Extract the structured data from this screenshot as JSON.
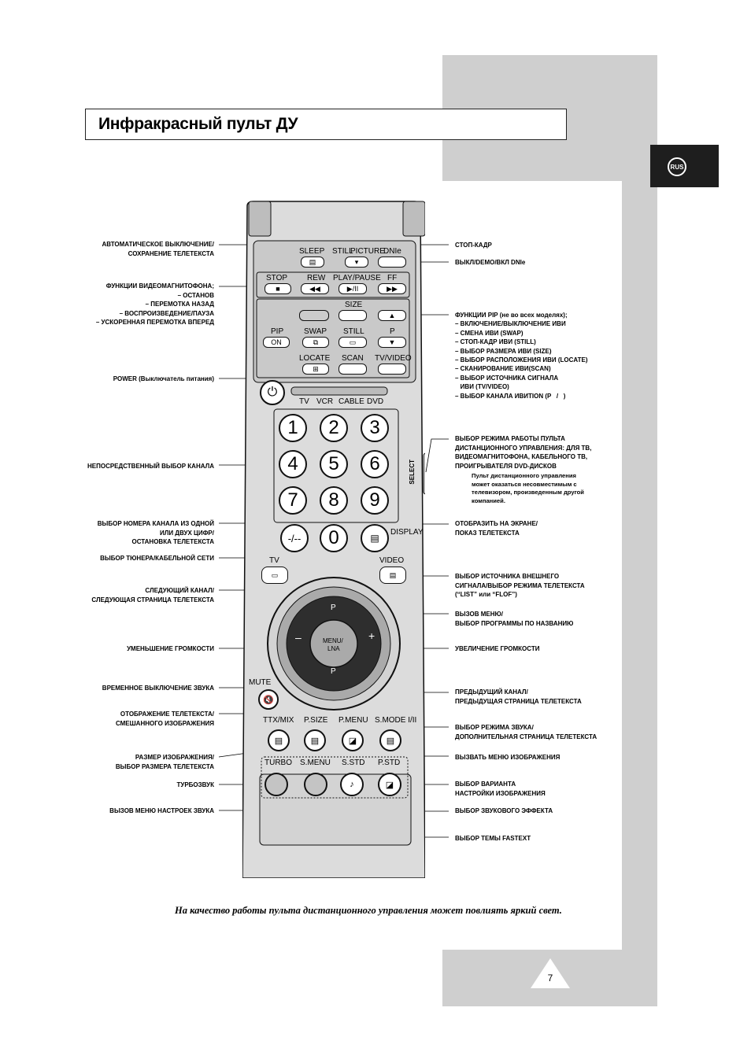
{
  "title": "Инфракрасный пульт ДУ",
  "lang_badge": "RUS",
  "page_number": "7",
  "footer_note": "На качество работы пульта дистанционного управления может повлиять яркий свет.",
  "remote": {
    "top_row": [
      "SLEEP",
      "STILL",
      "PICTURE",
      "DNIe"
    ],
    "vcr_row": [
      "STOP",
      "REW",
      "PLAY/PAUSE",
      "FF"
    ],
    "pip_labels": [
      "SIZE",
      "PIP",
      "SWAP",
      "STILL",
      "P",
      "LOCATE",
      "SCAN",
      "TV/VIDEO"
    ],
    "pip_on": "ON",
    "mode_row": [
      "TV",
      "VCR",
      "CABLE",
      "DVD"
    ],
    "numbers": [
      "1",
      "2",
      "3",
      "4",
      "5",
      "6",
      "7",
      "8",
      "9",
      "0"
    ],
    "dash_key": "-/--",
    "display": "DISPLAY",
    "tv": "TV",
    "video": "VIDEO",
    "select": "SELECT",
    "menu_line1": "MENU/",
    "menu_line2": "LNA",
    "mute": "MUTE",
    "ttx_row": [
      "TTX/MIX",
      "P.SIZE",
      "P.MENU",
      "S.MODE I/II"
    ],
    "bottom_row": [
      "TURBO",
      "S.MENU",
      "S.STD",
      "P.STD"
    ],
    "minus": "–",
    "plus": "+",
    "p_up": "P",
    "p_down": "P"
  },
  "left_labels": [
    "АВТОМАТИЧЕСКОЕ ВЫКЛЮЧЕНИЕ/\nСОХРАНЕНИЕ ТЕЛЕТЕКСТА",
    "ФУНКЦИИ ВИДЕОМАГНИТОФОНА;\n– ОСТАНОВ\n– ПЕРЕМОТКА НАЗАД\n– ВОСПРОИЗВЕДЕНИЕ/ПАУЗА\n– УСКОРЕННАЯ ПЕРЕМОТКА ВПЕРЕД",
    "POWER (Выключатель питания)",
    "НЕПОСРЕДСТВЕННЫЙ ВЫБОР КАНАЛА",
    "ВЫБОР НОМЕРА КАНАЛА ИЗ ОДНОЙ\nИЛИ ДВУХ ЦИФР/\nОСТАНОВКА ТЕЛЕТЕКСТА",
    "ВЫБОР ТЮНЕРА/КАБЕЛЬНОЙ СЕТИ",
    "СЛЕДУЮЩИЙ КАНАЛ/\nСЛЕДУЮЩАЯ СТРАНИЦА ТЕЛЕТЕКСТА",
    "УМЕНЬШЕНИЕ ГРОМКОСТИ",
    "ВРЕМЕННОЕ ВЫКЛЮЧЕНИЕ ЗВУКА",
    "ОТОБРАЖЕНИЕ ТЕЛЕТЕКСТА/\nСМЕШАННОГО ИЗОБРАЖЕНИЯ",
    "РАЗМЕР ИЗОБРАЖЕНИЯ/\nВЫБОР РАЗМЕРА ТЕЛЕТЕКСТА",
    "ТУРБОЗВУК",
    "ВЫЗОВ МЕНЮ НАСТРОЕК ЗВУКА"
  ],
  "right_labels": [
    "СТОП-КАДР",
    "ВЫКЛ/DEMO/ВКЛ DNIe",
    "ФУНКЦИИ PIP (не во всех моделях);\n– ВКЛЮЧЕНИЕ/ВЫКЛЮЧЕНИЕ ИВИ\n– СМЕНА ИВИ (SWAP)\n– СТОП-КАДР ИВИ (STILL)\n– ВЫБОР РАЗМЕРА ИВИ (SIZE)\n– ВЫБОР РАСПОЛОЖЕНИЯ ИВИ (LOCATE)\n– СКАНИРОВАНИЕ ИВИ(SCAN)\n– ВЫБОР ИСТОЧНИКА СИГНАЛА\n   ИВИ (TV/VIDEO)\n– ВЫБОР КАНАЛА ИВИТION (P   /   )",
    "ВЫБОР РЕЖИМА РАБОТЫ ПУЛЬТА\nДИСТАНЦИОННОГО УПРАВЛЕНИЯ: ДЛЯ ТВ,\nВИДЕОМАГНИТОФОНА, КАБЕЛЬНОГО ТВ,\nПРОИГРЫВАТЕЛЯ DVD-ДИСКОВ",
    "Пульт дистанционного управления\nможет оказаться несовместимым с\nтелевизором, произведенным другой\nкомпанией.",
    "ОТОБРАЗИТЬ НА ЭКРАНЕ/\nПОКАЗ ТЕЛЕТЕКСТА",
    "ВЫБОР ИСТОЧНИКА ВНЕШНЕГО\nСИГНАЛА/ВЫБОР РЕЖИМА ТЕЛЕТЕКСТА\n(“LIST” или “FLOF”)",
    "ВЫЗОВ МЕНЮ/\nВЫБОР ПРОГРАММЫ ПО НАЗВАНИЮ",
    "УВЕЛИЧЕНИЕ ГРОМКОСТИ",
    "ПРЕДЫДУЩИЙ КАНАЛ/\nПРЕДЫДУЩАЯ СТРАНИЦА ТЕЛЕТЕКСТА",
    "ВЫБОР РЕЖИМА ЗВУКА/\nДОПОЛНИТЕЛЬНАЯ СТРАНИЦА ТЕЛЕТЕКСТА",
    "ВЫЗВАТЬ МЕНЮ ИЗОБРАЖЕНИЯ",
    "ВЫБОР ВАРИАНТА\nНАСТРОЙКИ ИЗОБРАЖЕНИЯ",
    "ВЫБОР ЗВУКОВОГО ЭФФЕКТА",
    "ВЫБОР ТЕМЫ FASTEXT"
  ]
}
